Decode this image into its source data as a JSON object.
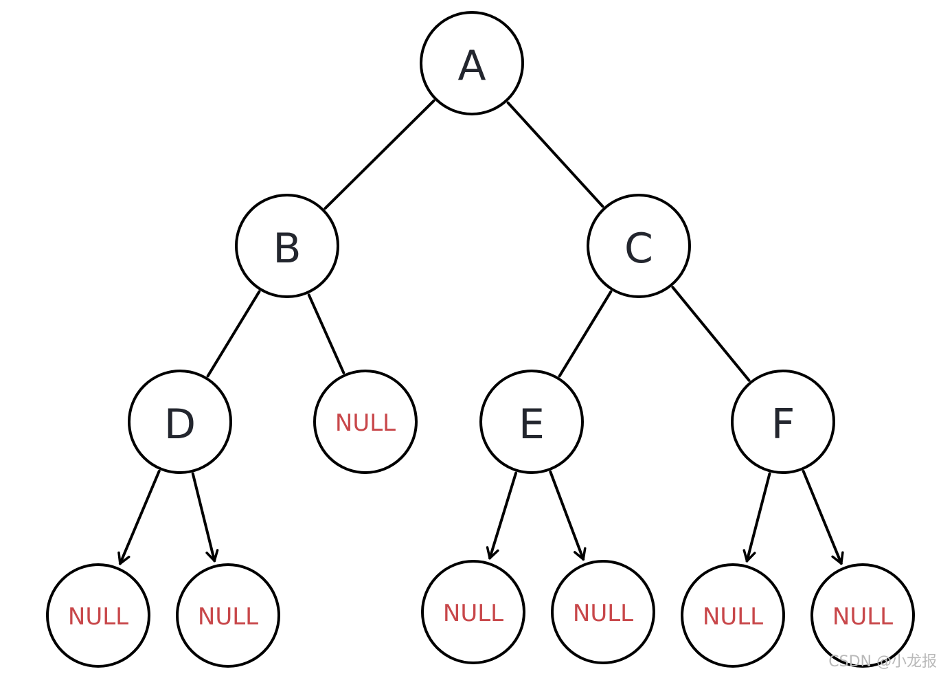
{
  "diagram": {
    "nodes": [
      {
        "id": "A",
        "label": "A",
        "kind": "value"
      },
      {
        "id": "B",
        "label": "B",
        "kind": "value"
      },
      {
        "id": "C",
        "label": "C",
        "kind": "value"
      },
      {
        "id": "D",
        "label": "D",
        "kind": "value"
      },
      {
        "id": "N1",
        "label": "NULL",
        "kind": "null"
      },
      {
        "id": "E",
        "label": "E",
        "kind": "value"
      },
      {
        "id": "F",
        "label": "F",
        "kind": "value"
      },
      {
        "id": "N2",
        "label": "NULL",
        "kind": "null"
      },
      {
        "id": "N3",
        "label": "NULL",
        "kind": "null"
      },
      {
        "id": "N4",
        "label": "NULL",
        "kind": "null"
      },
      {
        "id": "N5",
        "label": "NULL",
        "kind": "null"
      },
      {
        "id": "N6",
        "label": "NULL",
        "kind": "null"
      },
      {
        "id": "N7",
        "label": "NULL",
        "kind": "null"
      }
    ],
    "edges": [
      {
        "from": "A",
        "to": "B",
        "arrow": false
      },
      {
        "from": "A",
        "to": "C",
        "arrow": false
      },
      {
        "from": "B",
        "to": "D",
        "arrow": false
      },
      {
        "from": "B",
        "to": "N1",
        "arrow": false
      },
      {
        "from": "C",
        "to": "E",
        "arrow": false
      },
      {
        "from": "C",
        "to": "F",
        "arrow": false
      },
      {
        "from": "D",
        "to": "N2",
        "arrow": true
      },
      {
        "from": "D",
        "to": "N3",
        "arrow": true
      },
      {
        "from": "E",
        "to": "N4",
        "arrow": true
      },
      {
        "from": "E",
        "to": "N5",
        "arrow": true
      },
      {
        "from": "F",
        "to": "N6",
        "arrow": true
      },
      {
        "from": "F",
        "to": "N7",
        "arrow": true
      }
    ],
    "colors": {
      "stroke": "#000000",
      "label": "#23262e",
      "null_label": "#c8474a"
    }
  },
  "watermark": "CSDN @小龙报"
}
